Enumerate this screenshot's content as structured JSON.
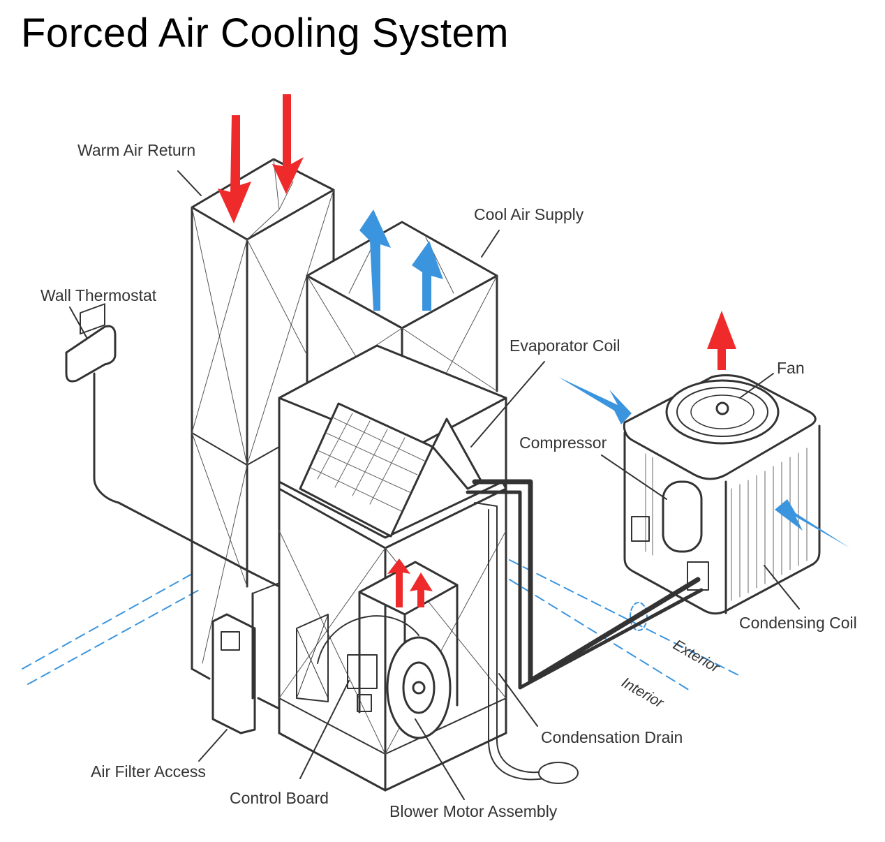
{
  "title": "Forced Air Cooling System",
  "labels": {
    "warm_air_return": "Warm Air Return",
    "cool_air_supply": "Cool Air Supply",
    "wall_thermostat": "Wall Thermostat",
    "evaporator_coil": "Evaporator Coil",
    "fan": "Fan",
    "compressor": "Compressor",
    "condensing_coil": "Condensing Coil",
    "exterior": "Exterior",
    "interior": "Interior",
    "condensation_drain": "Condensation Drain",
    "air_filter_access": "Air Filter Access",
    "control_board": "Control Board",
    "blower_motor_assembly": "Blower Motor Assembly"
  },
  "colors": {
    "warm_arrow": "#ee2a2a",
    "cool_arrow": "#3b95de",
    "line": "#333333",
    "wall_line": "#3b95de"
  }
}
